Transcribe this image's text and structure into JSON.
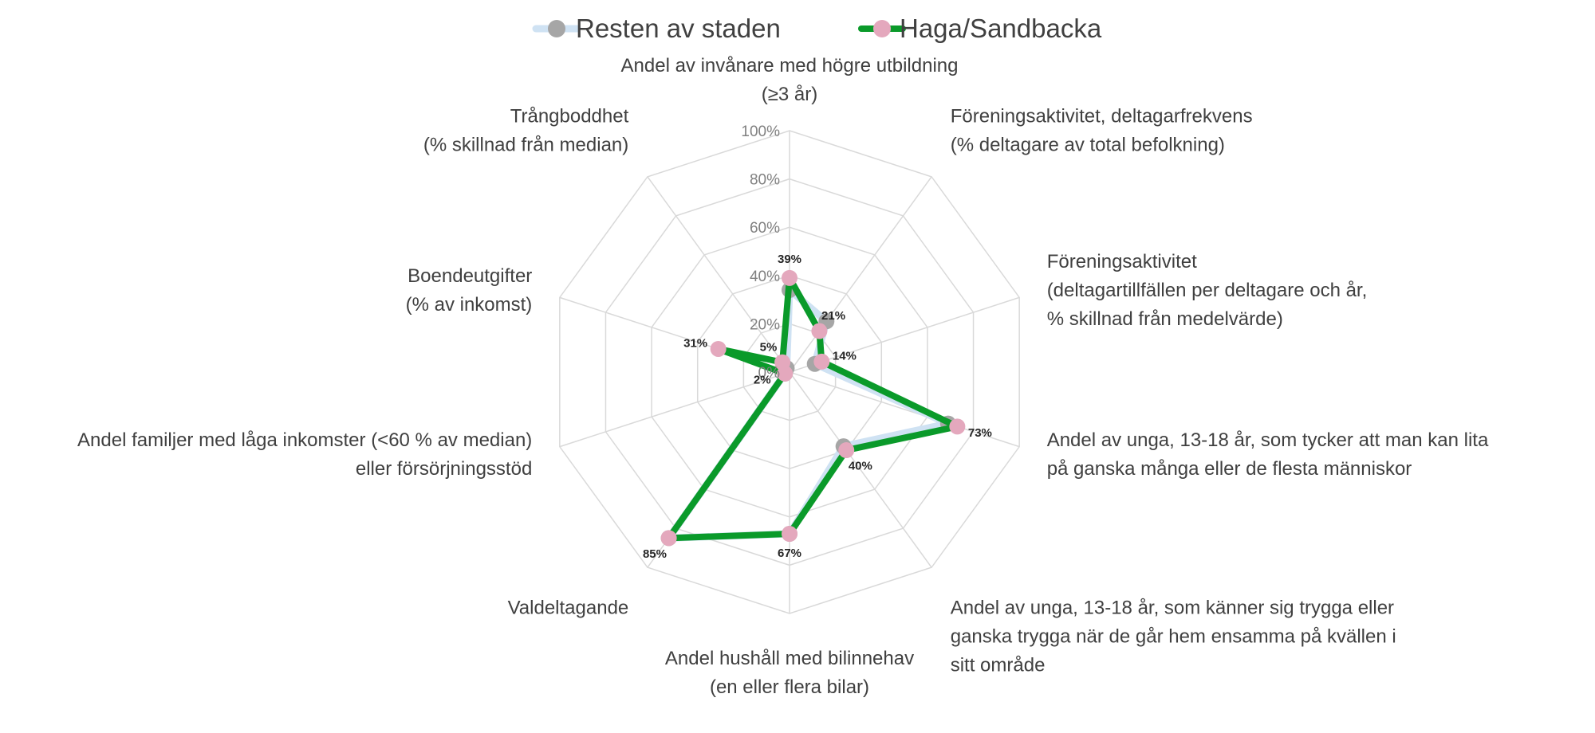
{
  "chart_data": {
    "type": "radar",
    "legend": {
      "position": "top"
    },
    "axes": [
      [
        "Andel av invånare med högre utbildning",
        "(≥3 år)"
      ],
      [
        "Föreningsaktivitet, deltagarfrekvens",
        "(% deltagare av total befolkning)"
      ],
      [
        "Föreningsaktivitet",
        "(deltagartillfällen per deltagare och år,",
        "% skillnad från medelvärde)"
      ],
      [
        "Andel av unga, 13-18 år, som tycker att man kan lita",
        "på ganska många eller de flesta människor"
      ],
      [
        "Andel av unga, 13-18 år, som känner sig trygga eller",
        "ganska trygga när de går hem ensamma på kvällen i",
        "sitt område"
      ],
      [
        "Andel hushåll med bilinnehav",
        "(en eller flera bilar)"
      ],
      [
        "Valdeltagande"
      ],
      [
        "Andel familjer med låga inkomster (<60 % av median)",
        "eller försörjningsstöd"
      ],
      [
        "Boendeutgifter",
        "(% av inkomst)"
      ],
      [
        "Trångboddhet",
        "(% skillnad från median)"
      ]
    ],
    "r_ticks": [
      "0%",
      "20%",
      "40%",
      "60%",
      "80%",
      "100%"
    ],
    "r_range": [
      0,
      100
    ],
    "series": [
      {
        "name": "Resten av staden",
        "line_color": "#cfe2f3",
        "marker_color": "#a6a6a6",
        "values": [
          34,
          26,
          11,
          69,
          38,
          67,
          85,
          2,
          3,
          2
        ],
        "labels": [
          "",
          "",
          "",
          "",
          "",
          "",
          "",
          "",
          "",
          ""
        ]
      },
      {
        "name": "Haga/Sandbacka",
        "line_color": "#0a9a2a",
        "marker_color": "#e4a8bd",
        "values": [
          39,
          21,
          14,
          73,
          40,
          67,
          85,
          2,
          31,
          5
        ],
        "labels": [
          "39%",
          "21%",
          "14%",
          "73%",
          "40%",
          "67%",
          "85%",
          "2%",
          "31%",
          "5%"
        ]
      }
    ]
  }
}
